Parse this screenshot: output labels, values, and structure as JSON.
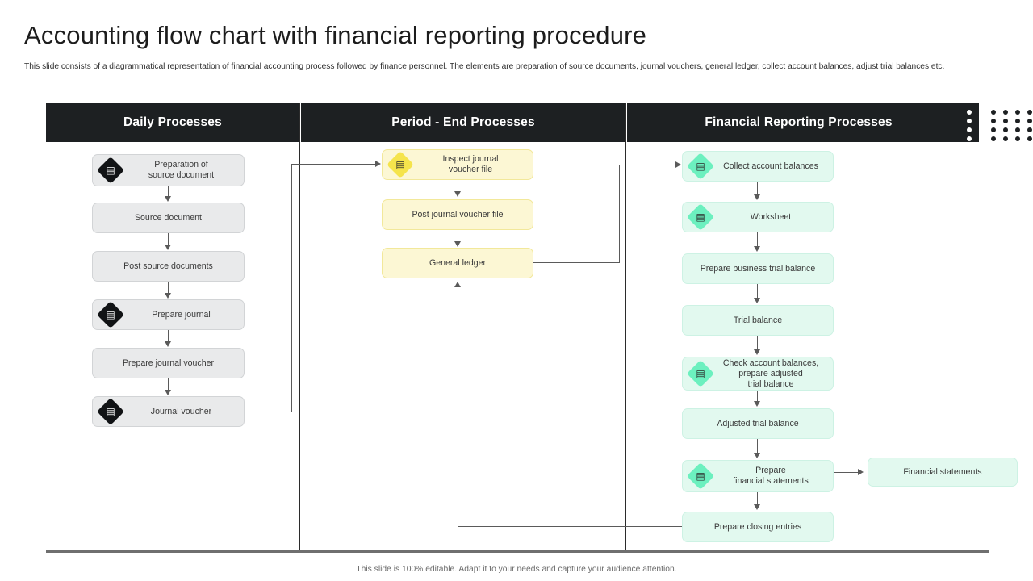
{
  "slide": {
    "title": "Accounting flow chart with financial reporting procedure",
    "subtitle": "This slide consists of a diagrammatical representation of financial accounting process followed by finance personnel. The elements are preparation of source documents, journal vouchers, general ledger, collect account balances, adjust trial balances etc.",
    "footer": "This slide is 100% editable. Adapt it to your needs and capture your audience attention."
  },
  "colors": {
    "header_bg": "#1d2022",
    "header_text": "#ffffff",
    "daily_node": "#e9eaeb",
    "period_node": "#fcf7d4",
    "reporting_node": "#e2f9ef",
    "connector": "#5a5a5a",
    "badge_black": "#111315",
    "badge_yellow": "#f5e44c",
    "badge_green": "#6cf0bf"
  },
  "columns": [
    {
      "id": "daily",
      "title": "Daily Processes"
    },
    {
      "id": "period",
      "title": "Period - End Processes"
    },
    {
      "id": "reporting",
      "title": "Financial Reporting Processes"
    }
  ],
  "daily_nodes": [
    {
      "label": "Preparation of\nsource document",
      "icon": "source-document-icon",
      "glyph": "▤"
    },
    {
      "label": "Source document",
      "icon": "",
      "glyph": ""
    },
    {
      "label": "Post source documents",
      "icon": "",
      "glyph": ""
    },
    {
      "label": "Prepare journal",
      "icon": "journal-icon",
      "glyph": "▤"
    },
    {
      "label": "Prepare journal voucher",
      "icon": "",
      "glyph": ""
    },
    {
      "label": "Journal voucher",
      "icon": "voucher-icon",
      "glyph": "▤"
    }
  ],
  "period_nodes": [
    {
      "label": "Inspect journal\nvoucher file",
      "icon": "inspect-file-icon",
      "glyph": "▤"
    },
    {
      "label": "Post journal voucher file",
      "icon": "",
      "glyph": ""
    },
    {
      "label": "General ledger",
      "icon": "",
      "glyph": ""
    }
  ],
  "reporting_nodes": [
    {
      "label": "Collect account balances",
      "icon": "balance-scale-icon",
      "glyph": "▤"
    },
    {
      "label": "Worksheet",
      "icon": "worksheet-icon",
      "glyph": "▤"
    },
    {
      "label": "Prepare business trial balance",
      "icon": "",
      "glyph": ""
    },
    {
      "label": "Trial balance",
      "icon": "",
      "glyph": ""
    },
    {
      "label": "Check account balances,\nprepare adjusted\ntrial balance",
      "icon": "check-balances-icon",
      "glyph": "▤"
    },
    {
      "label": "Adjusted trial balance",
      "icon": "",
      "glyph": ""
    },
    {
      "label": "Prepare\nfinancial statements",
      "icon": "financial-statements-icon",
      "glyph": "▤"
    },
    {
      "label": "Prepare closing entries",
      "icon": "",
      "glyph": ""
    }
  ],
  "side_node": {
    "label": "Financial statements"
  },
  "decoration": {
    "dot_rows": 4,
    "dot_cols": 6
  }
}
